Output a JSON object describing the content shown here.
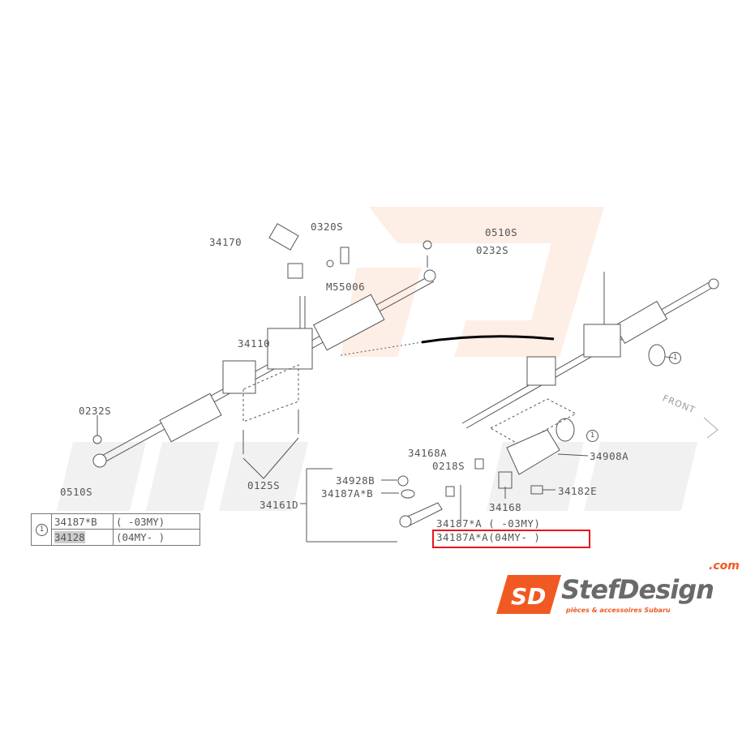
{
  "watermark": {
    "brand": "StefDesign",
    "domain": ".com",
    "tagline": "pièces & accessoires Subaru"
  },
  "labels": {
    "p34170": "34170",
    "p0320S": "0320S",
    "p0510S_top": "0510S",
    "p0232S_top": "0232S",
    "pM55006": "M55006",
    "p34110": "34110",
    "p0232S_left": "0232S",
    "p0510S_left": "0510S",
    "p0125S": "0125S",
    "p34168A": "34168A",
    "p0218S": "0218S",
    "p34928B": "34928B",
    "p34187AB": "34187A*B",
    "p34161D": "34161D",
    "p34168": "34168",
    "p34182E": "34182E",
    "p34908A": "34908A",
    "p34187A_A_old": "34187*A (      -03MY)",
    "p34187A_A_new": "34187A*A(04MY-        )"
  },
  "ref_marker": "1",
  "front_label": "FRONT",
  "table": {
    "rows": [
      {
        "part": "34187*B",
        "range": "(      -03MY)"
      },
      {
        "part": "34128",
        "range": "(04MY-     )"
      }
    ]
  },
  "logo": {
    "mark": "SD",
    "name": "StefDesign",
    "domain": ".com",
    "tagline": "pièces & accessoires Subaru"
  },
  "colors": {
    "highlight": "#e8141c",
    "brand_orange": "#f05a22",
    "line": "#555555"
  }
}
